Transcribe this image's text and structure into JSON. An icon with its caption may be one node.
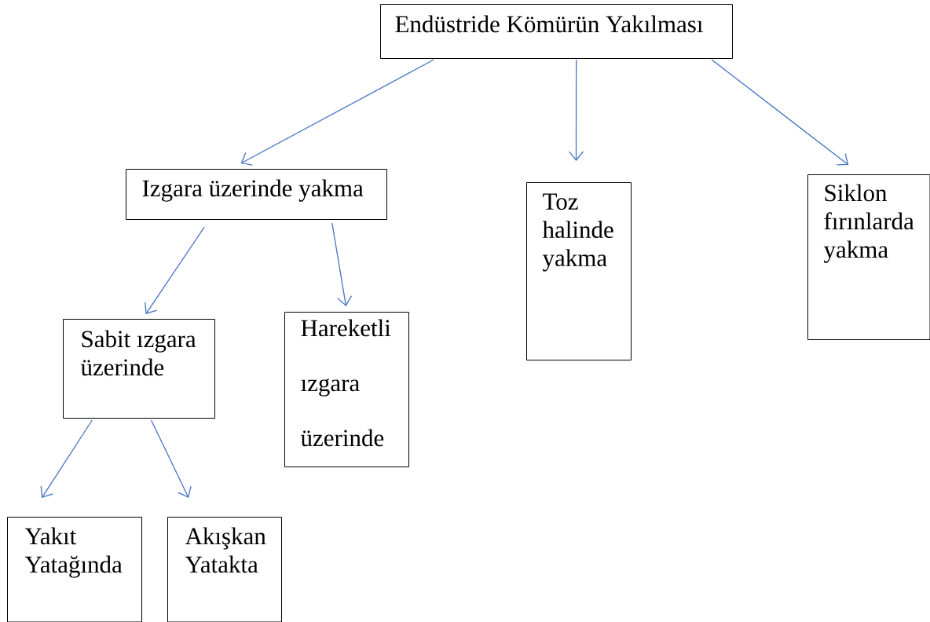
{
  "diagram": {
    "nodes": [
      {
        "text": [
          "Endüstride Kömürün Yakılması"
        ]
      },
      {
        "text": [
          "Izgara üzerinde yakma"
        ]
      },
      {
        "text": [
          "Toz halinde yakma"
        ]
      },
      {
        "text": [
          "Siklon fırınlarda yakma"
        ]
      },
      {
        "text": [
          "Sabit ızgara üzerinde"
        ]
      },
      {
        "text": [
          "Hareketli ızgara üzerinde"
        ]
      },
      {
        "text": [
          "Yakıt Yatağında"
        ]
      },
      {
        "text": [
          "Akışkan Yatakta"
        ]
      }
    ],
    "edges": [
      {
        "from": 0,
        "to": 1,
        "arrow": "to"
      },
      {
        "from": 0,
        "to": 2,
        "arrow": "to"
      },
      {
        "from": 0,
        "to": 3,
        "arrow": "to"
      },
      {
        "from": 1,
        "to": 4,
        "arrow": "to"
      },
      {
        "from": 1,
        "to": 5,
        "arrow": "to"
      },
      {
        "from": 4,
        "to": 6,
        "arrow": "to"
      },
      {
        "from": 4,
        "to": 7,
        "arrow": "to"
      }
    ]
  }
}
